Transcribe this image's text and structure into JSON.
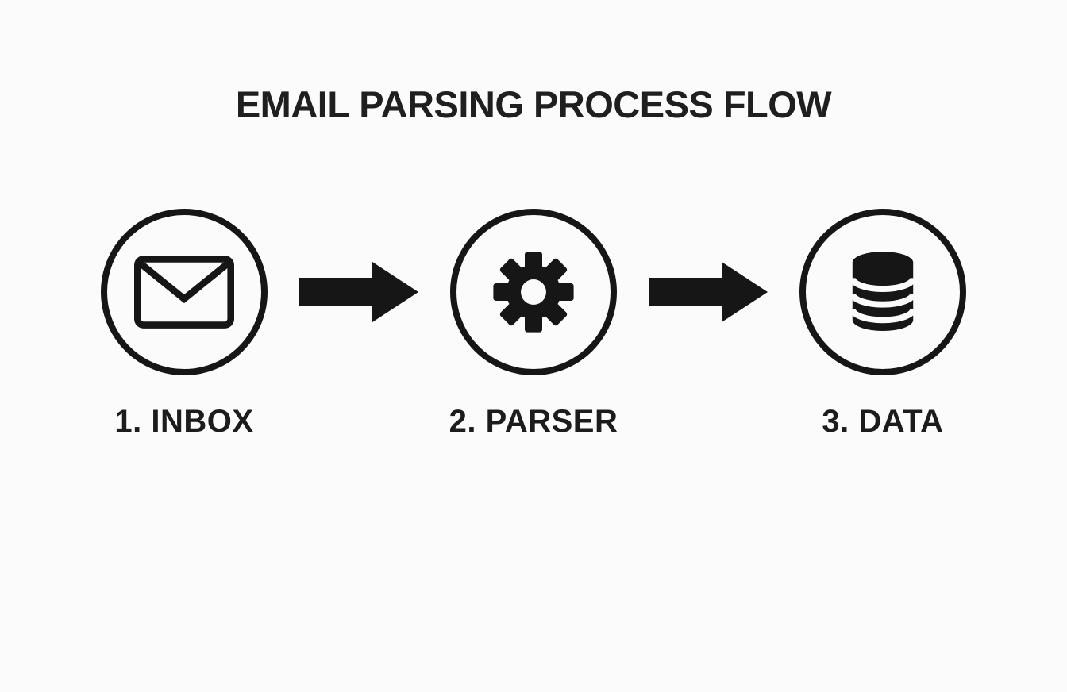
{
  "page": {
    "background_color": "#fbfbfb",
    "foreground_color": "#161616"
  },
  "diagram": {
    "title": "EMAIL PARSING PROCESS FLOW",
    "nodes": [
      {
        "step": "1",
        "label": "1. INBOX",
        "icon": "envelope-icon"
      },
      {
        "step": "2",
        "label": "2. PARSER",
        "icon": "gear-icon"
      },
      {
        "step": "3",
        "label": "3. DATA",
        "icon": "database-icon"
      }
    ],
    "connectors": [
      {
        "from": "1. INBOX",
        "to": "2. PARSER",
        "type": "arrow-right"
      },
      {
        "from": "2. PARSER",
        "to": "3. DATA",
        "type": "arrow-right"
      }
    ]
  }
}
